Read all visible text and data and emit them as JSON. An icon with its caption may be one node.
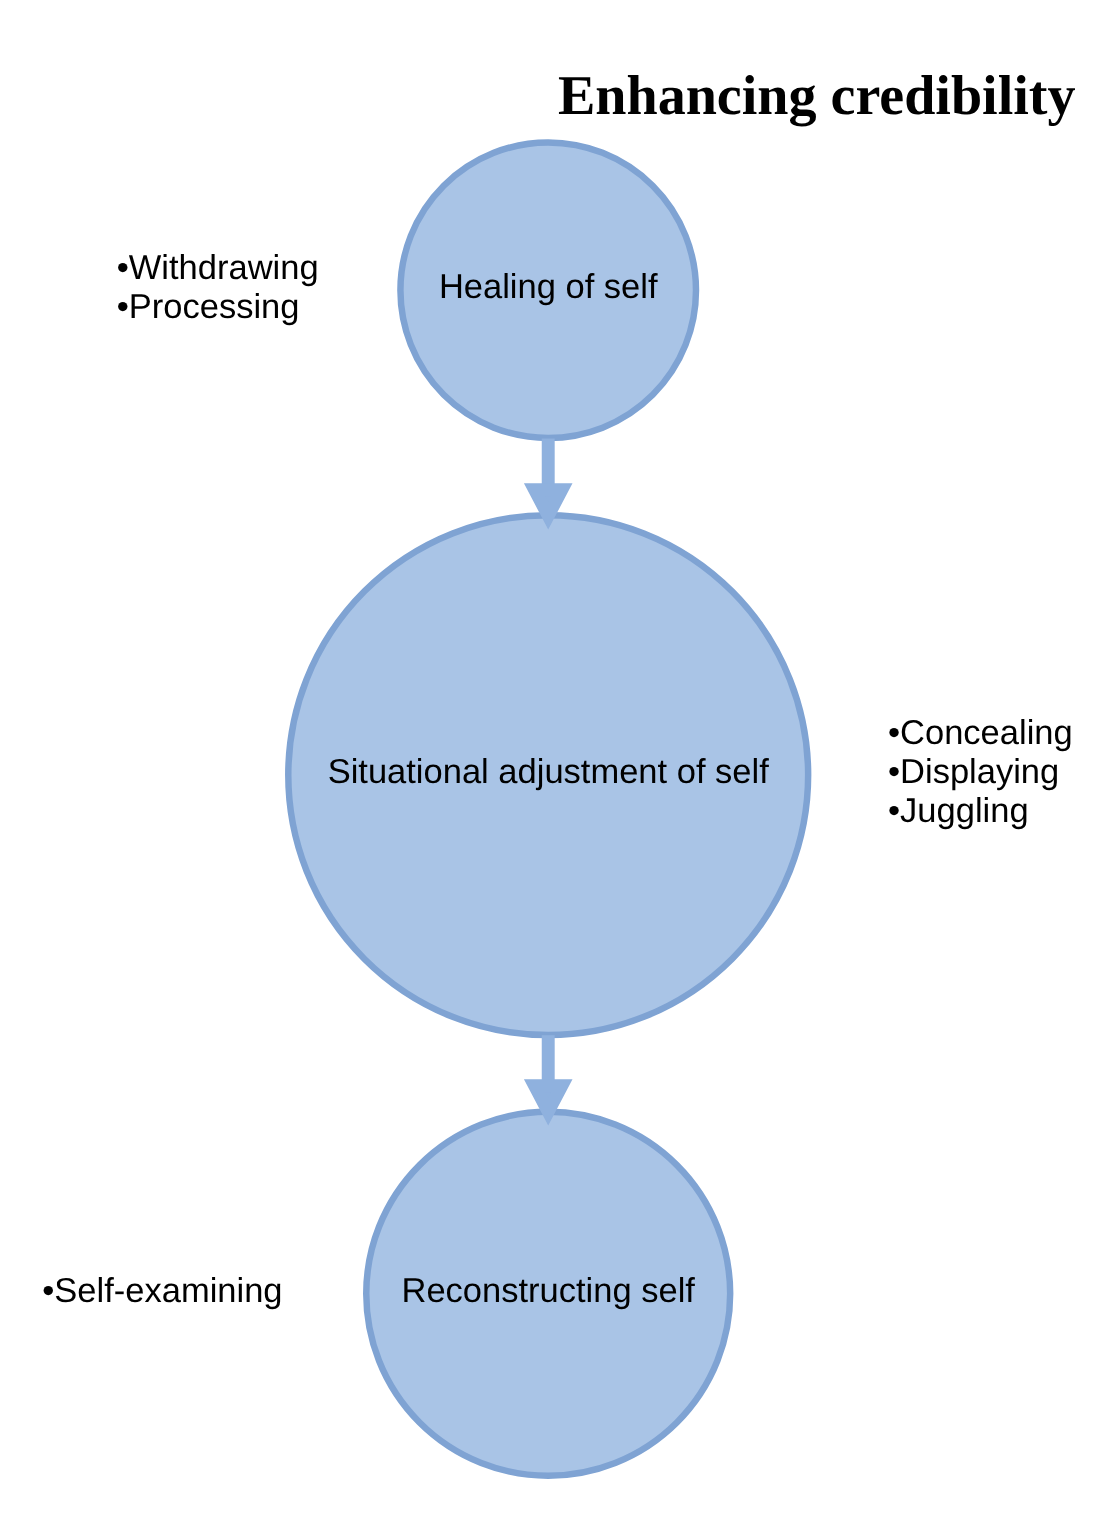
{
  "diagram": {
    "title": "Enhancing credibility",
    "nodes": [
      {
        "text": [
          "Healing of self"
        ],
        "beside": [
          "•Withdrawing",
          "•Processing"
        ]
      },
      {
        "text": [
          "Situational adjustment of self"
        ],
        "beside": [
          "•Concealing",
          "•Displaying",
          "•Juggling"
        ]
      },
      {
        "text": [
          "Reconstructing self"
        ],
        "beside": [
          "•Self-examining"
        ]
      }
    ],
    "edges": [
      {
        "from": 0,
        "to": 1,
        "arrow": "to"
      },
      {
        "from": 1,
        "to": 2,
        "arrow": "to"
      }
    ]
  }
}
